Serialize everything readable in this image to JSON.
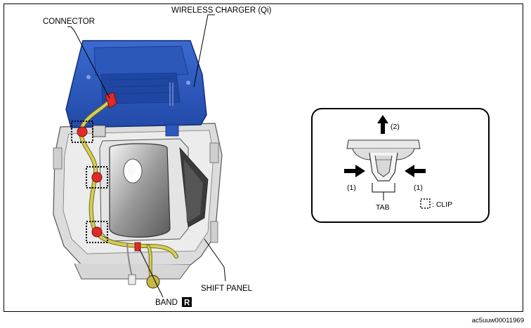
{
  "labels": {
    "connector": "CONNECTOR",
    "wireless_charger": "WIRELESS CHARGER (Qi)",
    "shift_panel": "SHIFT PANEL",
    "band": "BAND",
    "band_badge": "R"
  },
  "inset": {
    "arrow_up_label": "(2)",
    "arrow_left_label": "(1)",
    "arrow_right_label": "(1)",
    "tab_label": "TAB",
    "clip_legend": ": CLIP"
  },
  "figure_code": "ac5uuw00011969",
  "colors": {
    "charger_blue": "#2f5fc4",
    "charger_blue_dark": "#1d3f96",
    "connector_red": "#e02a2a",
    "harness_yellow": "#d8cf52",
    "panel_grey": "#d4d4d4"
  }
}
